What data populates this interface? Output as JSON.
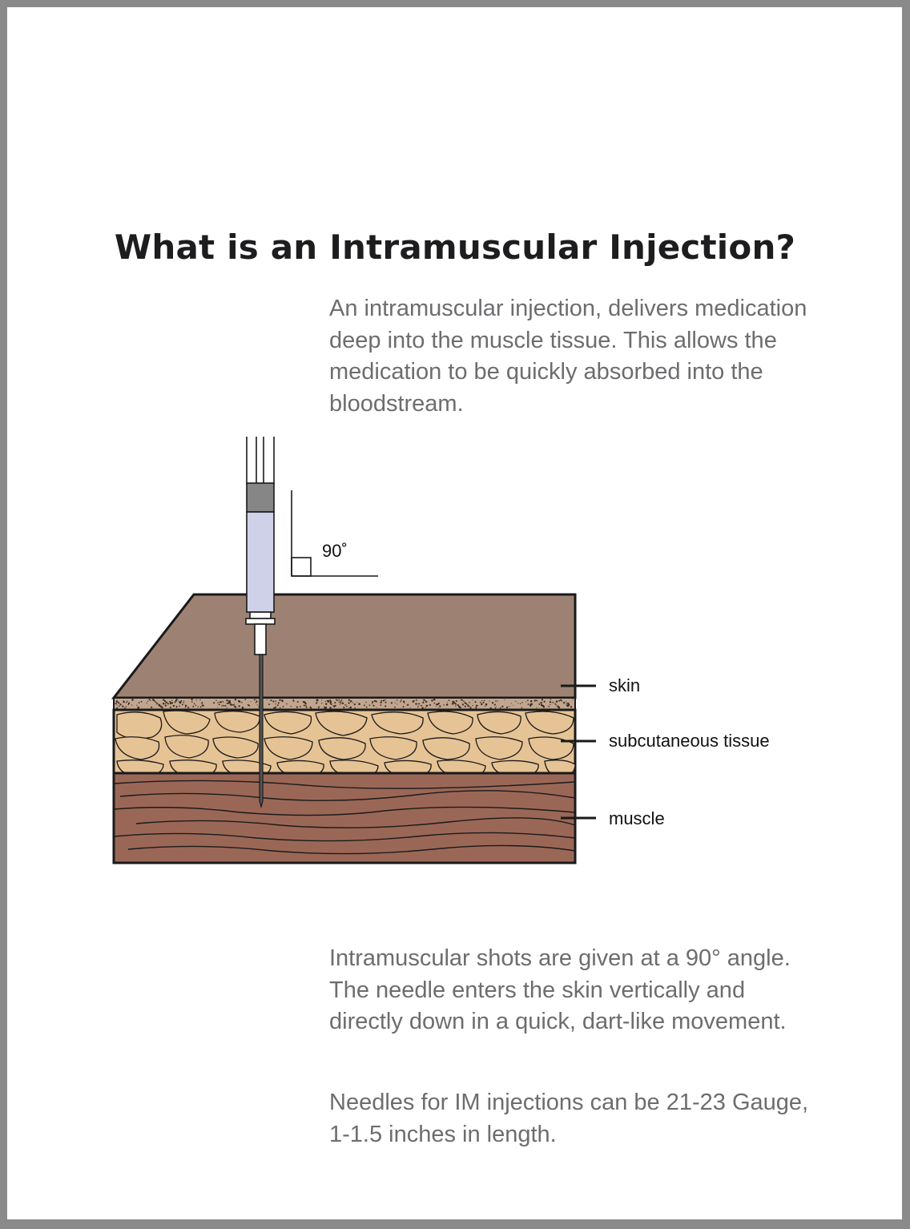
{
  "title": "What is an Intramuscular Injection?",
  "intro": "An intramuscular injection, delivers medication deep into the muscle tissue. This allows the medication to be quickly absorbed into the bloodstream.",
  "diagram": {
    "angle_label": "90˚",
    "layers": {
      "skin": "skin",
      "subcutaneous": "subcutaneous tissue",
      "muscle": "muscle"
    },
    "colors": {
      "skin_surface": "#9d8273",
      "fat": "#e6c395",
      "muscle": "#9a6757",
      "barrel": "#cfd1e8",
      "plunger": "#868686"
    }
  },
  "angle_text": "Intramuscular shots are given at a 90° angle. The needle enters the skin vertically and directly down in a quick, dart-like movement.",
  "needle_text": "Needles for IM injections can be 21-23 Gauge, 1-1.5 inches in length."
}
